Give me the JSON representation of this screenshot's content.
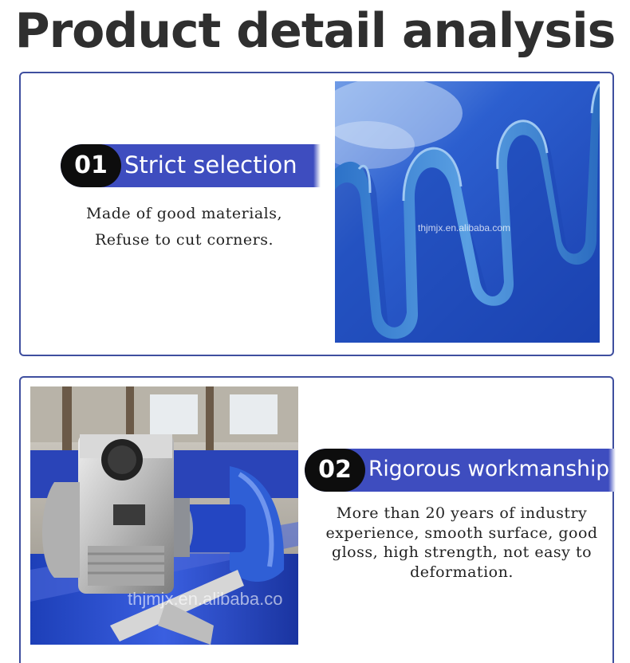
{
  "header": {
    "title": "Product detail analysis"
  },
  "sections": [
    {
      "number": "01",
      "title": "Strict selection",
      "lines": [
        "Made of good materials,",
        "Refuse to cut corners."
      ],
      "image": {
        "subject": "blue corrugated conveyor belt sidewall",
        "watermark": "thjmjx.en.alibaba.com"
      }
    },
    {
      "number": "02",
      "title": "Rigorous workmanship",
      "lines": [
        "More than 20 years of industry",
        "experience, smooth surface, good",
        "gloss, high strength, not easy to",
        "deformation."
      ],
      "image": {
        "subject": "gear motor driving blue conveyor roller",
        "watermark": "thjmjx.en.alibaba.co"
      }
    }
  ],
  "colors": {
    "accent": "#3e4dbf",
    "border": "#3f4f9f",
    "badge": "#0d0d0d",
    "belt": "#2f74c8"
  }
}
